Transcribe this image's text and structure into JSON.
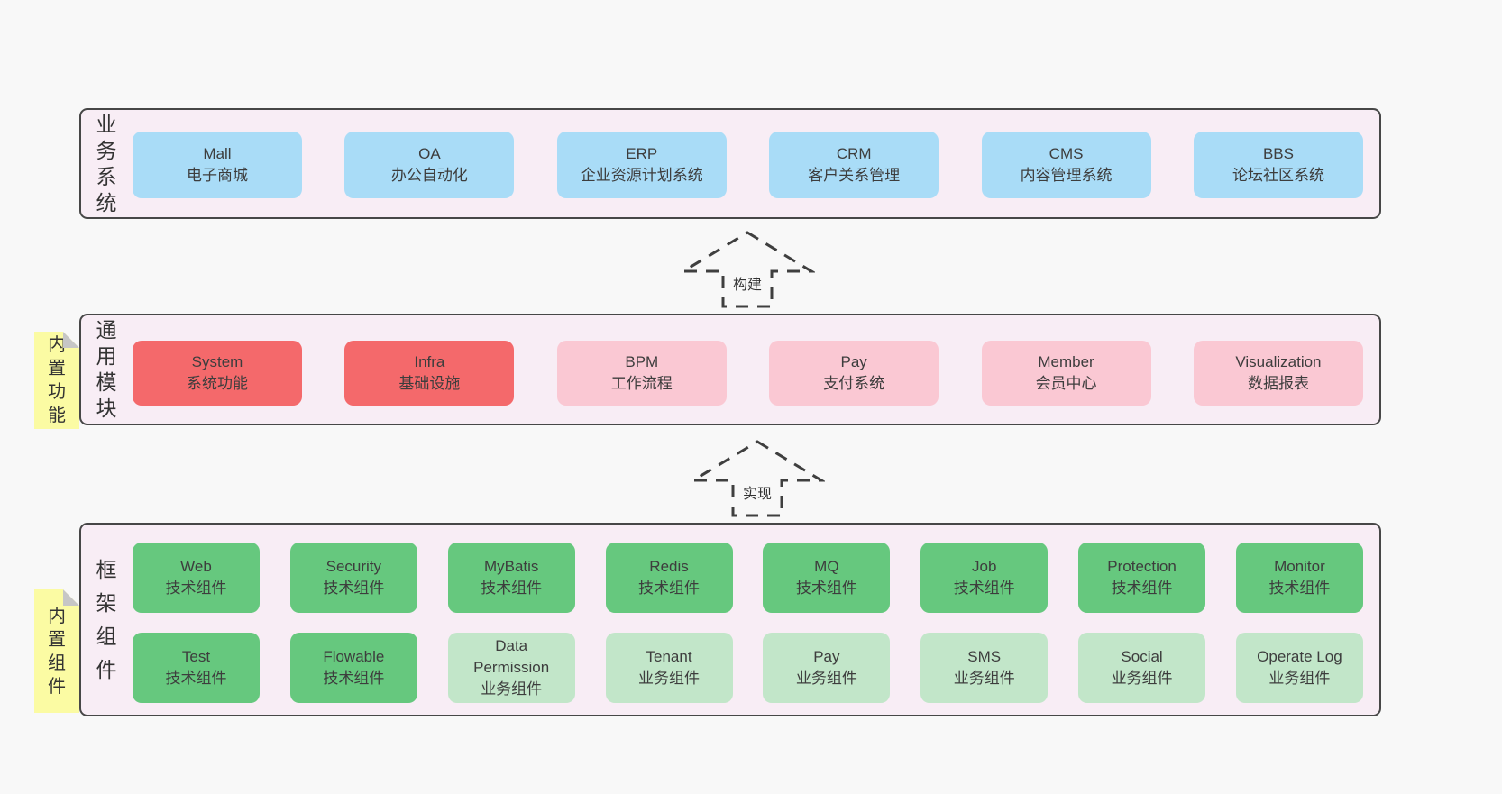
{
  "layers": [
    {
      "label": "业务系统",
      "boxes": [
        {
          "name": "Mall",
          "desc": "电子商城"
        },
        {
          "name": "OA",
          "desc": "办公自动化"
        },
        {
          "name": "ERP",
          "desc": "企业资源计划系统"
        },
        {
          "name": "CRM",
          "desc": "客户关系管理"
        },
        {
          "name": "CMS",
          "desc": "内容管理系统"
        },
        {
          "name": "BBS",
          "desc": "论坛社区系统"
        }
      ]
    },
    {
      "label": "通用模块",
      "note": "内置功能",
      "boxes": [
        {
          "name": "System",
          "desc": "系统功能"
        },
        {
          "name": "Infra",
          "desc": "基础设施"
        },
        {
          "name": "BPM",
          "desc": "工作流程"
        },
        {
          "name": "Pay",
          "desc": "支付系统"
        },
        {
          "name": "Member",
          "desc": "会员中心"
        },
        {
          "name": "Visualization",
          "desc": "数据报表"
        }
      ]
    },
    {
      "label": "框架组件",
      "note": "内置组件",
      "rows": [
        [
          {
            "name": "Web",
            "desc": "技术组件"
          },
          {
            "name": "Security",
            "desc": "技术组件"
          },
          {
            "name": "MyBatis",
            "desc": "技术组件"
          },
          {
            "name": "Redis",
            "desc": "技术组件"
          },
          {
            "name": "MQ",
            "desc": "技术组件"
          },
          {
            "name": "Job",
            "desc": "技术组件"
          },
          {
            "name": "Protection",
            "desc": "技术组件"
          },
          {
            "name": "Monitor",
            "desc": "技术组件"
          }
        ],
        [
          {
            "name": "Test",
            "desc": "技术组件"
          },
          {
            "name": "Flowable",
            "desc": "技术组件"
          },
          {
            "name": "Data Permission",
            "desc": "业务组件"
          },
          {
            "name": "Tenant",
            "desc": "业务组件"
          },
          {
            "name": "Pay",
            "desc": "业务组件"
          },
          {
            "name": "SMS",
            "desc": "业务组件"
          },
          {
            "name": "Social",
            "desc": "业务组件"
          },
          {
            "name": "Operate Log",
            "desc": "业务组件"
          }
        ]
      ]
    }
  ],
  "arrows": [
    {
      "label": "构建"
    },
    {
      "label": "实现"
    }
  ],
  "colors": {
    "page_background": "#f8f8f8",
    "layer_background": "#f8edf5",
    "layer_border": "#474747",
    "business_system_box": "#a9dcf7",
    "core_module_box": "#f4696b",
    "optional_module_box": "#fac8d3",
    "tech_component_box": "#66c87e",
    "biz_component_box": "#c2e6c9",
    "note_background": "#fbfba3",
    "note_fold": "#c6c6c6",
    "text": "#3d3d3d"
  }
}
